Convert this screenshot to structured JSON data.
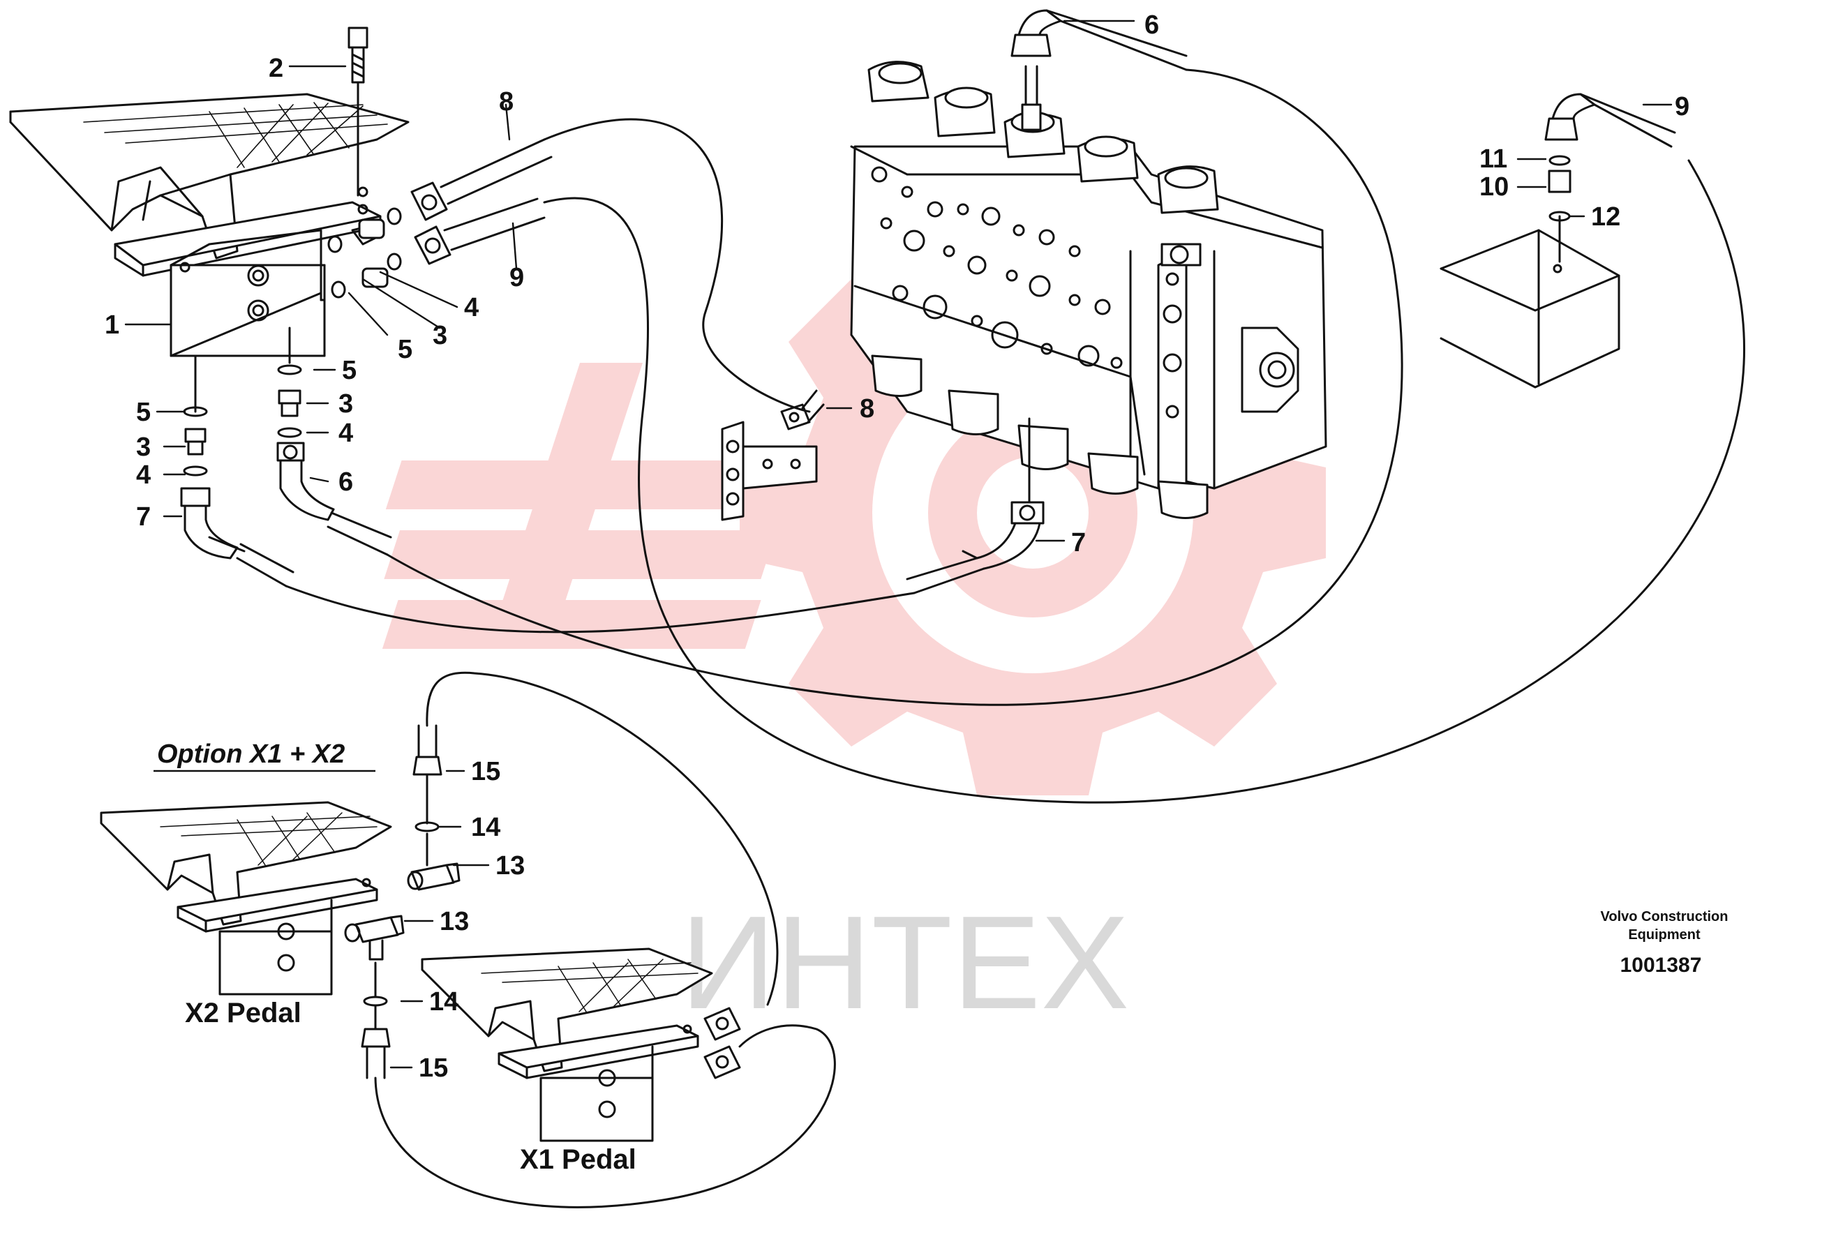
{
  "diagram": {
    "callouts": {
      "c1": "1",
      "c2": "2",
      "c3a": "3",
      "c3b": "3",
      "c3c": "3",
      "c4a": "4",
      "c4b": "4",
      "c4c": "4",
      "c5a": "5",
      "c5b": "5",
      "c5c": "5",
      "c6a": "6",
      "c6b": "6",
      "c7a": "7",
      "c7b": "7",
      "c8a": "8",
      "c8b": "8",
      "c9a": "9",
      "c9b": "9",
      "c10": "10",
      "c11": "11",
      "c12": "12",
      "c13a": "13",
      "c13b": "13",
      "c14a": "14",
      "c14b": "14",
      "c15a": "15",
      "c15b": "15"
    },
    "option_label": "Option X1 + X2",
    "x2_label": "X2 Pedal",
    "x1_label": "X1 Pedal",
    "maker_line1": "Volvo Construction",
    "maker_line2": "Equipment",
    "drawing_number": "1001387",
    "watermark": "ИНТЕХ"
  },
  "colors": {
    "line": "#111111",
    "watermark_logo": "#f6b5b5",
    "watermark_text": "#d9d9d9"
  }
}
